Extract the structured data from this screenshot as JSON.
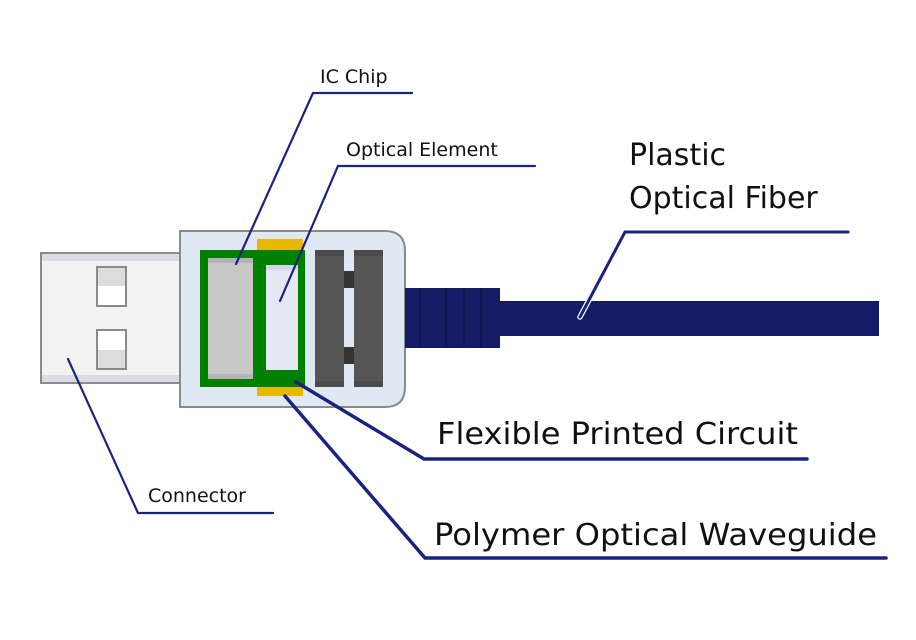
{
  "title": "Optical USB cable cross-section diagram",
  "colors": {
    "leader_line": "#1a237e",
    "fiber": "#141c66",
    "connector_body": "#f2f2f2",
    "connector_border": "#8a8a8a",
    "housing": "#e0e9f3",
    "fpc_green": "#008000",
    "waveguide_yellow": "#e6b800",
    "ic_chip": "#c8c8c8",
    "optical_element": "#e4e8f5",
    "blocks": "#555555"
  },
  "labels": {
    "ic_chip": "IC Chip",
    "optical_element": "Optical Element",
    "plastic_optical_fiber_line1": "Plastic",
    "plastic_optical_fiber_line2": "Optical Fiber",
    "flexible_printed_circuit": "Flexible Printed Circuit",
    "polymer_optical_waveguide": "Polymer Optical Waveguide",
    "connector": "Connector"
  }
}
